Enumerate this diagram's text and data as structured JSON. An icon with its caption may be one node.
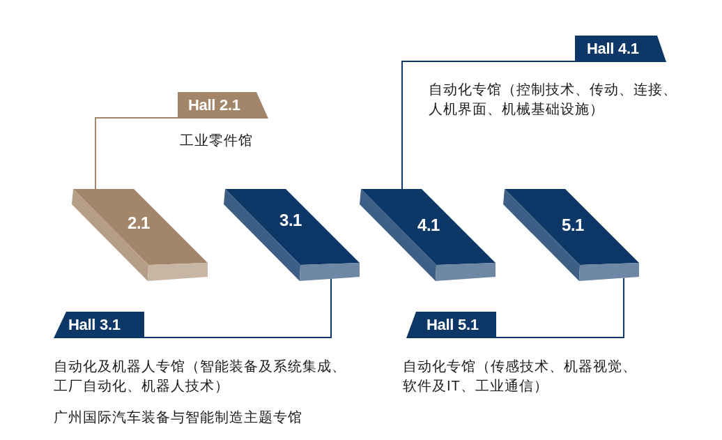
{
  "diagram": {
    "nodes": [
      {
        "text": [
          "2.1"
        ]
      },
      {
        "text": [
          "3.1"
        ]
      },
      {
        "text": [
          "4.1"
        ]
      },
      {
        "text": [
          "5.1"
        ]
      },
      {
        "text": [
          "Hall 2.1"
        ],
        "beside": [
          "工业零件馆"
        ]
      },
      {
        "text": [
          "Hall 3.1"
        ],
        "beside": [
          "自动化及机器人专馆（智能装备及系统集成、工厂自动化、机器人技术）",
          "广州国际汽车装备与智能制造主题专馆"
        ]
      },
      {
        "text": [
          "Hall 4.1"
        ],
        "beside": [
          "自动化专馆（控制技术、传动、连接、人机界面、机械基础设施）"
        ]
      },
      {
        "text": [
          "Hall 5.1"
        ],
        "beside": [
          "自动化专馆（传感技术、机器视觉、软件及IT、工业通信）"
        ]
      }
    ],
    "edges": [
      {
        "from": 0,
        "to": 4,
        "arrow": "none",
        "color": "#a38569"
      },
      {
        "from": 1,
        "to": 5,
        "arrow": "none"
      },
      {
        "from": 2,
        "to": 6,
        "arrow": "none"
      },
      {
        "from": 3,
        "to": 7,
        "arrow": "none"
      }
    ]
  }
}
